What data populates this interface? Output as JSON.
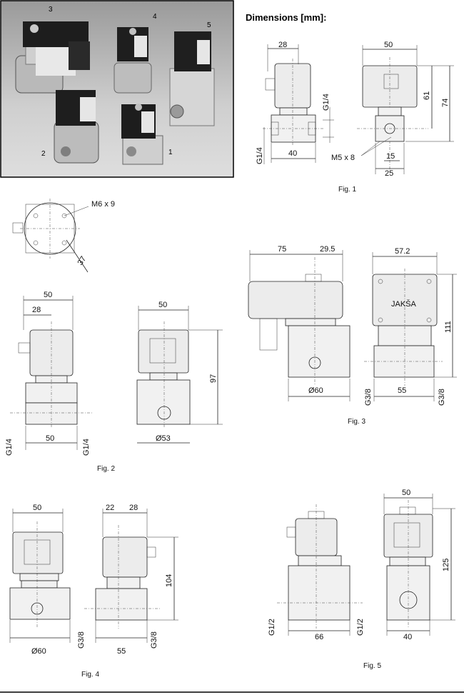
{
  "header": {
    "title": "Dimensions [mm]:"
  },
  "photo": {
    "labels": [
      "3",
      "4",
      "5",
      "2",
      "1"
    ]
  },
  "fig1": {
    "caption": "Fig. 1",
    "dims": [
      "28",
      "50",
      "G1/4",
      "61",
      "74",
      "G1/4",
      "40",
      "M5 x 8",
      "15",
      "25"
    ]
  },
  "fig2": {
    "caption": "Fig. 2",
    "dims": [
      "M6 x 9",
      "37",
      "50",
      "28",
      "50",
      "97",
      "G1/4",
      "50",
      "G1/4",
      "Ø53"
    ]
  },
  "fig3": {
    "caption": "Fig. 3",
    "brand": "JAKŠA",
    "dims": [
      "75",
      "29.5",
      "57.2",
      "111",
      "Ø60",
      "G3/8",
      "55",
      "G3/8"
    ]
  },
  "fig4": {
    "caption": "Fig. 4",
    "dims": [
      "50",
      "22",
      "28",
      "104",
      "Ø60",
      "G3/8",
      "55",
      "G3/8"
    ]
  },
  "fig5": {
    "caption": "Fig. 5",
    "dims": [
      "50",
      "125",
      "G1/2",
      "66",
      "G1/2",
      "40"
    ]
  },
  "colors": {
    "photo_bg": "#c9c9c9",
    "line": "#222222"
  }
}
